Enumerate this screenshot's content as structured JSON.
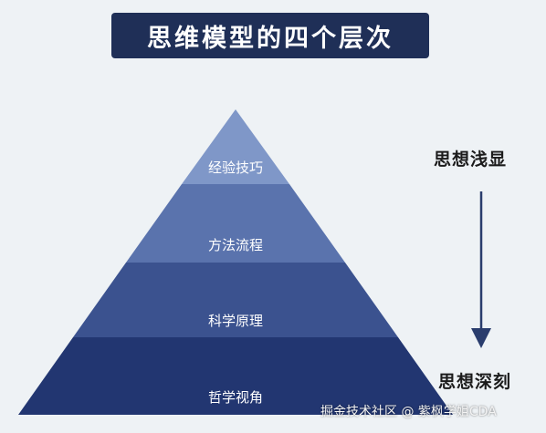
{
  "title": "思维模型的四个层次",
  "layers": [
    {
      "label": "经验技巧",
      "color": "#7f97c8"
    },
    {
      "label": "方法流程",
      "color": "#5a73ad"
    },
    {
      "label": "科学原理",
      "color": "#3b528f"
    },
    {
      "label": "哲学视角",
      "color": "#223671"
    }
  ],
  "side": {
    "top_label": "思想浅显",
    "bottom_label": "思想深刻"
  },
  "watermark": "掘金技术社区 @ 紫枫学姐CDA",
  "colors": {
    "banner": "#1f2f57",
    "background": "#eef2f5",
    "arrow": "#2a3d6d"
  }
}
